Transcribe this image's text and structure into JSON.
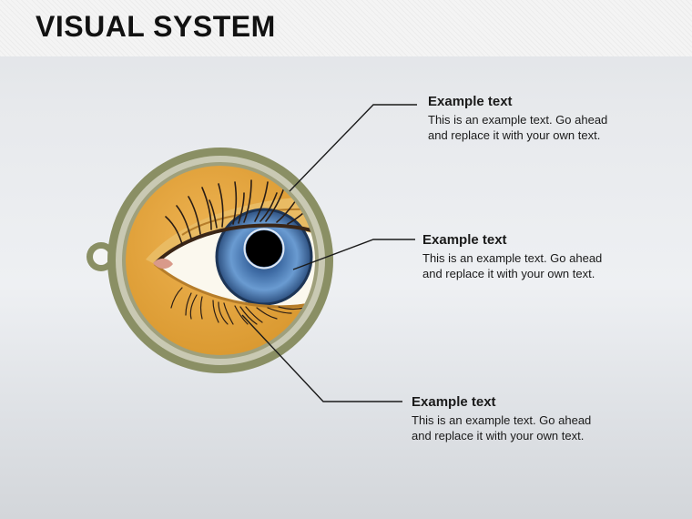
{
  "header": {
    "title": "VISUAL SYSTEM"
  },
  "callouts": [
    {
      "heading": "Example text",
      "body": "This is an example text. Go ahead and replace it with your own text."
    },
    {
      "heading": "Example text",
      "body": "This is an example text. Go ahead and replace it with your own text."
    },
    {
      "heading": "Example text",
      "body": "This is an example text. Go ahead and replace it with your own text."
    }
  ],
  "colors": {
    "outer_ring": "#8a8f64",
    "inner_ring": "#c9c9b3",
    "eye_background": "#e2a33e",
    "skin": "#e9bb63",
    "iris": "#5f8fc6",
    "pupil": "#000000",
    "lashes": "#2a1d15"
  }
}
